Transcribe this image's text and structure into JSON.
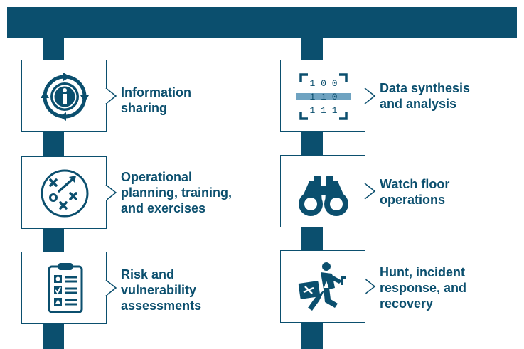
{
  "colors": {
    "primary": "#0b4f6e",
    "accent": "#6fa3c1",
    "background": "#ffffff"
  },
  "left_items": [
    {
      "label_line1": "Information",
      "label_line2": "sharing",
      "label_line3": "",
      "icon": "info-cycle-icon"
    },
    {
      "label_line1": "Operational",
      "label_line2": "planning, training,",
      "label_line3": "and exercises",
      "icon": "tactics-plan-icon"
    },
    {
      "label_line1": "Risk and",
      "label_line2": "vulnerability",
      "label_line3": "assessments",
      "icon": "clipboard-checklist-icon"
    }
  ],
  "right_items": [
    {
      "label_line1": "Data synthesis",
      "label_line2": "and analysis",
      "label_line3": "",
      "icon": "binary-scan-icon",
      "binary_rows": [
        "1 0 0",
        "1 1 0",
        "1 1 1"
      ]
    },
    {
      "label_line1": "Watch floor",
      "label_line2": "operations",
      "label_line3": "",
      "icon": "binoculars-icon"
    },
    {
      "label_line1": "Hunt, incident",
      "label_line2": "response, and",
      "label_line3": "recovery",
      "icon": "runner-toolkit-icon"
    }
  ]
}
